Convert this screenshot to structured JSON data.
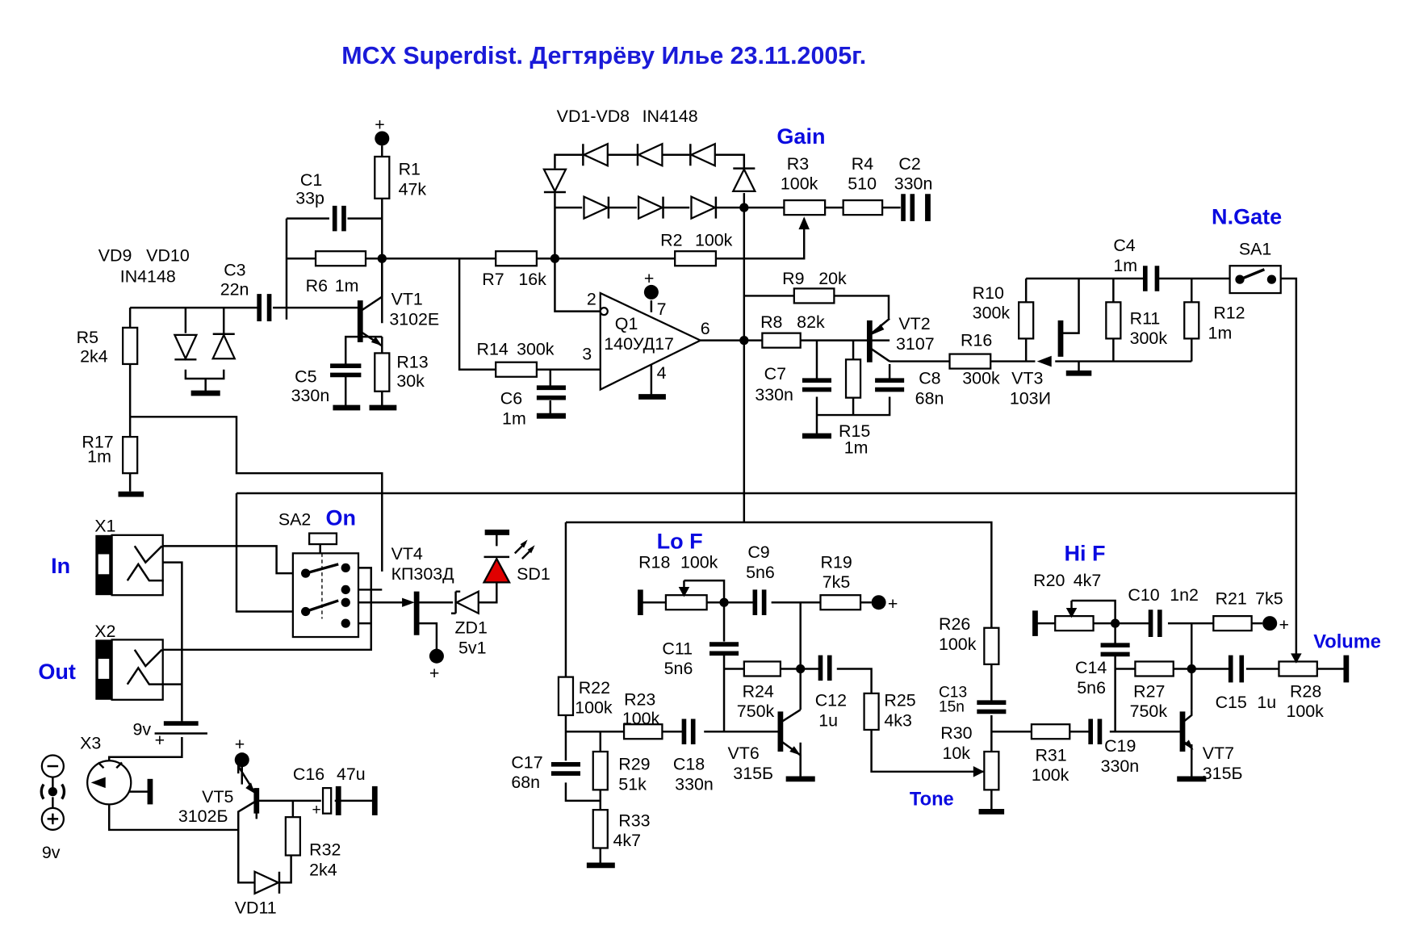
{
  "title": "MCX Superdist. Дегтярёву Илье 23.11.2005г.",
  "section_labels": {
    "gain": "Gain",
    "ngate": "N.Gate",
    "on": "On",
    "in": "In",
    "out": "Out",
    "lof": "Lo F",
    "hif": "Hi F",
    "tone": "Tone",
    "volume": "Volume"
  },
  "colors": {
    "accent_label": "#0a0ae0",
    "led": "#e00000",
    "wire": "#000000"
  },
  "power": {
    "plus": "+",
    "minus": "−",
    "battery": "9v",
    "jack_caption": "9v"
  },
  "components": {
    "R1": {
      "ref": "R1",
      "value": "47k"
    },
    "R2": {
      "ref": "R2",
      "value": "100k"
    },
    "R3": {
      "ref": "R3",
      "value": "100k"
    },
    "R4": {
      "ref": "R4",
      "value": "510"
    },
    "R5": {
      "ref": "R5",
      "value": "2k4"
    },
    "R6": {
      "ref": "R6",
      "value": "1m"
    },
    "R7": {
      "ref": "R7",
      "value": "16k"
    },
    "R8": {
      "ref": "R8",
      "value": "82k"
    },
    "R9": {
      "ref": "R9",
      "value": "20k"
    },
    "R10": {
      "ref": "R10",
      "value": "300k"
    },
    "R11": {
      "ref": "R11",
      "value": "300k"
    },
    "R12": {
      "ref": "R12",
      "value": "1m"
    },
    "R13": {
      "ref": "R13",
      "value": "30k"
    },
    "R14": {
      "ref": "R14",
      "value": "300k"
    },
    "R15": {
      "ref": "R15",
      "value": "1m"
    },
    "R16": {
      "ref": "R16",
      "value": "300k"
    },
    "R17": {
      "ref": "R17",
      "value": "1m"
    },
    "R18": {
      "ref": "R18",
      "value": "100k"
    },
    "R19": {
      "ref": "R19",
      "value": "7k5"
    },
    "R20": {
      "ref": "R20",
      "value": "4k7"
    },
    "R21": {
      "ref": "R21",
      "value": "7k5"
    },
    "R22": {
      "ref": "R22",
      "value": "100k"
    },
    "R23": {
      "ref": "R23",
      "value": "100k"
    },
    "R24": {
      "ref": "R24",
      "value": "750k"
    },
    "R25": {
      "ref": "R25",
      "value": "4k3"
    },
    "R26": {
      "ref": "R26",
      "value": "100k"
    },
    "R27": {
      "ref": "R27",
      "value": "750k"
    },
    "R28": {
      "ref": "R28",
      "value": "100k"
    },
    "R29": {
      "ref": "R29",
      "value": "51k"
    },
    "R30": {
      "ref": "R30",
      "value": "10k"
    },
    "R31": {
      "ref": "R31",
      "value": "100k"
    },
    "R32": {
      "ref": "R32",
      "value": "2k4"
    },
    "R33": {
      "ref": "R33",
      "value": "4k7"
    },
    "C1": {
      "ref": "C1",
      "value": "33p"
    },
    "C2": {
      "ref": "C2",
      "value": "330n"
    },
    "C3": {
      "ref": "C3",
      "value": "22n"
    },
    "C4": {
      "ref": "C4",
      "value": "1m"
    },
    "C5": {
      "ref": "C5",
      "value": "330n"
    },
    "C6": {
      "ref": "C6",
      "value": "1m"
    },
    "C7": {
      "ref": "C7",
      "value": "330n"
    },
    "C8": {
      "ref": "C8",
      "value": "68n"
    },
    "C9": {
      "ref": "C9",
      "value": "5n6"
    },
    "C10": {
      "ref": "C10",
      "value": "1n2"
    },
    "C11": {
      "ref": "C11",
      "value": "5n6"
    },
    "C12": {
      "ref": "C12",
      "value": "1u"
    },
    "C13": {
      "ref": "C13",
      "value": "15n"
    },
    "C14": {
      "ref": "C14",
      "value": "5n6"
    },
    "C15": {
      "ref": "C15",
      "value": "1u"
    },
    "C16": {
      "ref": "C16",
      "value": "47u"
    },
    "C17": {
      "ref": "C17",
      "value": "68n"
    },
    "C18": {
      "ref": "C18",
      "value": "330n"
    },
    "C19": {
      "ref": "C19",
      "value": "330n"
    },
    "VT1": {
      "ref": "VT1",
      "value": "3102E"
    },
    "VT2": {
      "ref": "VT2",
      "value": "3107"
    },
    "VT3": {
      "ref": "VT3",
      "value": "103И"
    },
    "VT4": {
      "ref": "VT4",
      "value": "КП303Д"
    },
    "VT5": {
      "ref": "VT5",
      "value": "3102Б"
    },
    "VT6": {
      "ref": "VT6",
      "value": "315Б"
    },
    "VT7": {
      "ref": "VT7",
      "value": "315Б"
    },
    "Q1": {
      "ref": "Q1",
      "value": "140УД17",
      "pins": [
        "2",
        "3",
        "4",
        "6",
        "7"
      ]
    },
    "VD1_8": {
      "ref": "VD1-VD8",
      "value": "IN4148"
    },
    "VD9_10": {
      "ref": "VD9   VD10",
      "value": "IN4148"
    },
    "VD11": {
      "ref": "VD11"
    },
    "ZD1": {
      "ref": "ZD1",
      "value": "5v1"
    },
    "SD1": {
      "ref": "SD1"
    },
    "SA1": {
      "ref": "SA1"
    },
    "SA2": {
      "ref": "SA2"
    },
    "X1": {
      "ref": "X1"
    },
    "X2": {
      "ref": "X2"
    },
    "X3": {
      "ref": "X3"
    }
  }
}
